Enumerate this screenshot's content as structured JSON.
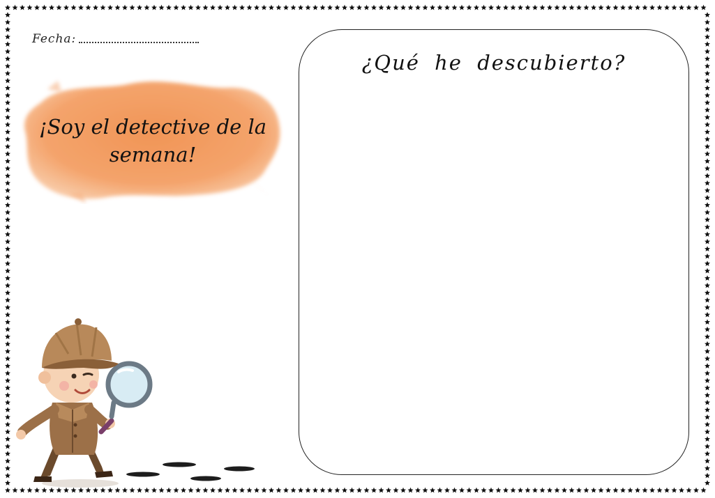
{
  "worksheet": {
    "date_label": "Fecha:",
    "headline": "¡Soy el detective de la semana!",
    "panel_title": "¿Qué he descubierto?"
  },
  "colors": {
    "splash": "#f29a5c",
    "border_stars": "#111111",
    "panel_border": "#222222"
  },
  "illustration": {
    "icon": "detective-with-magnifying-glass",
    "footprints_icon": "footprints"
  }
}
